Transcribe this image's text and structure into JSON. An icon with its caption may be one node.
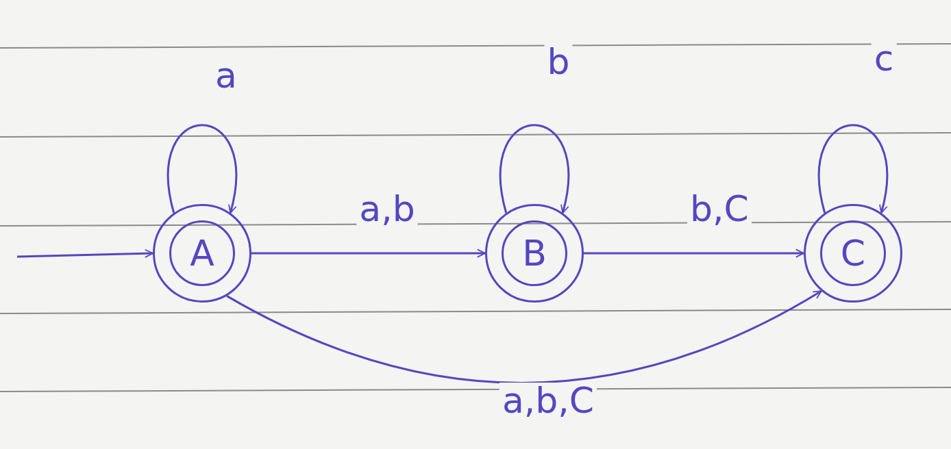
{
  "diagram": {
    "nodes": [
      {
        "text": [
          "A"
        ]
      },
      {
        "text": [
          "B"
        ]
      },
      {
        "text": [
          "C"
        ]
      }
    ],
    "edges": [
      {
        "from": null,
        "to": 0,
        "arrow": "to"
      },
      {
        "from": 0,
        "to": 0,
        "arrow": "to",
        "label": "a"
      },
      {
        "from": 0,
        "to": 1,
        "arrow": "to",
        "label": "a,b"
      },
      {
        "from": 1,
        "to": 1,
        "arrow": "to",
        "label": "b"
      },
      {
        "from": 1,
        "to": 2,
        "arrow": "to",
        "label": "b,C"
      },
      {
        "from": 2,
        "to": 2,
        "arrow": "to",
        "label": "c"
      },
      {
        "from": 0,
        "to": 2,
        "arrow": "to",
        "label": "a,b,C"
      }
    ]
  }
}
